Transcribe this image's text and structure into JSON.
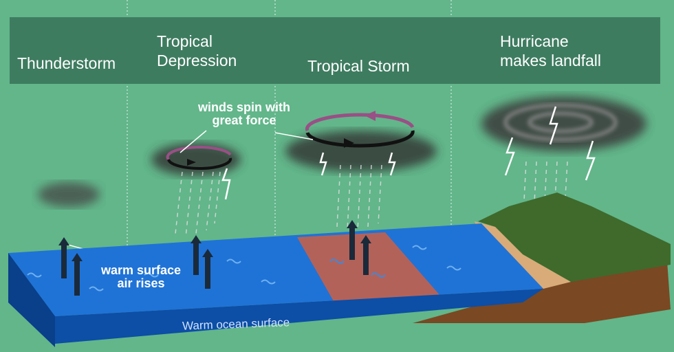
{
  "stages": [
    {
      "label": "Thunderstorm"
    },
    {
      "label": "Tropical\nDepression",
      "line1": "Tropical",
      "line2": "Depression"
    },
    {
      "label": "Tropical Storm"
    },
    {
      "label": "Hurricane\nmakes landfall",
      "line1": "Hurricane",
      "line2": "makes landfall"
    }
  ],
  "annotations": {
    "winds_line1": "winds spin with",
    "winds_line2": "great force",
    "air_line1": "warm surface",
    "air_line2": "air rises",
    "ocean": "Warm ocean surface"
  },
  "colors": {
    "background": "#62b68a",
    "banner": "#3e7c60",
    "ocean_top": "#1f73d6",
    "ocean_front": "#0d4ea6",
    "warm_patch": "#b3625a",
    "sand": "#d9ab78",
    "land": "#3f6a2c",
    "soil": "#7a4822",
    "wind_arrow": "#9a4f86"
  }
}
